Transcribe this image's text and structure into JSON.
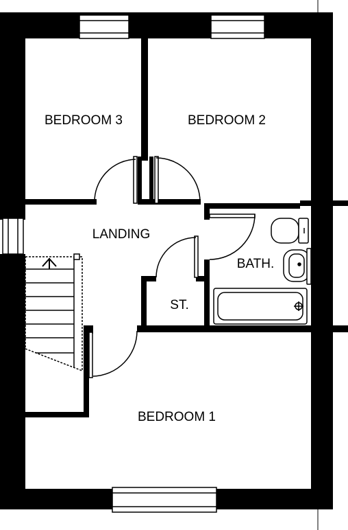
{
  "rooms": {
    "bedroom3": "BEDROOM 3",
    "bedroom2": "BEDROOM 2",
    "landing": "LANDING",
    "bath": "BATH.",
    "store": "ST.",
    "bedroom1": "BEDROOM 1"
  },
  "colors": {
    "wall": "#000000",
    "line": "#000000",
    "background": "#ffffff"
  }
}
